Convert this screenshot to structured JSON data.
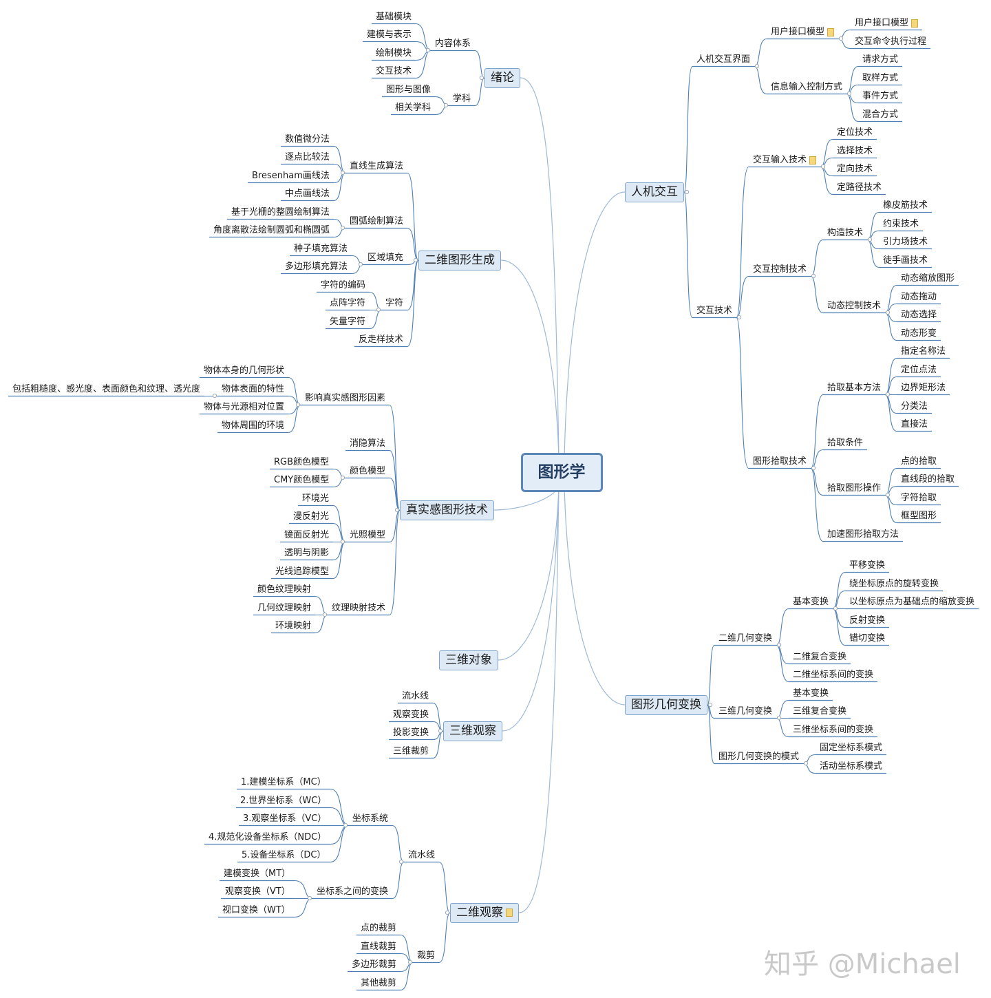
{
  "root": "图形学",
  "watermark": "知乎 @Michael",
  "colors": {
    "line": "#4e7fb5",
    "link": "#9fbad6",
    "main_fill": "#dde9f5"
  },
  "labels": {
    "xl": "绪论",
    "xl_nrtx": "内容体系",
    "xl_nrtx_1": "基础模块",
    "xl_nrtx_2": "建模与表示",
    "xl_nrtx_3": "绘制模块",
    "xl_nrtx_4": "交互技术",
    "xl_xk": "学科",
    "xl_xk_1": "图形与图像",
    "xl_xk_2": "相关学科",
    "ew": "二维图形生成",
    "ew_zx": "直线生成算法",
    "ew_zx_1": "数值微分法",
    "ew_zx_2": "逐点比较法",
    "ew_zx_3": "Bresenham画线法",
    "ew_zx_4": "中点画线法",
    "ew_yh": "圆弧绘制算法",
    "ew_yh_1": "基于光栅的整圆绘制算法",
    "ew_yh_2": "角度离散法绘制圆弧和椭圆弧",
    "ew_qy": "区域填充",
    "ew_qy_1": "种子填充算法",
    "ew_qy_2": "多边形填充算法",
    "ew_zf": "字符",
    "ew_zf_1": "字符的编码",
    "ew_zf_2": "点阵字符",
    "ew_zf_3": "矢量字符",
    "ew_fzy": "反走样技术",
    "zs": "真实感图形技术",
    "zs_yx": "影响真实感图形因素",
    "zs_yx_1": "物体本身的几何形状",
    "zs_yx_2": "物体表面的特性",
    "zs_yx_2a": "包括粗糙度、感光度、表面颜色和纹理、透光度",
    "zs_yx_3": "物体与光源相对位置",
    "zs_yx_4": "物体周围的环境",
    "zs_xy": "消隐算法",
    "zs_ys": "颜色模型",
    "zs_ys_1": "RGB颜色模型",
    "zs_ys_2": "CMY颜色模型",
    "zs_gz": "光照模型",
    "zs_gz_1": "环境光",
    "zs_gz_2": "漫反射光",
    "zs_gz_3": "镜面反射光",
    "zs_gz_4": "透明与阴影",
    "zs_gz_5": "光线追踪模型",
    "zs_wl": "纹理映射技术",
    "zs_wl_1": "颜色纹理映射",
    "zs_wl_2": "几何纹理映射",
    "zs_wl_3": "环境映射",
    "swdx": "三维对象",
    "swgc": "三维观察",
    "swgc_1": "流水线",
    "swgc_2": "观察变换",
    "swgc_3": "投影变换",
    "swgc_4": "三维裁剪",
    "ewgc": "二维观察",
    "ewgc_ls": "流水线",
    "ewgc_zb": "坐标系统",
    "ewgc_zb_1": "1.建模坐标系（MC）",
    "ewgc_zb_2": "2.世界坐标系（WC）",
    "ewgc_zb_3": "3.观察坐标系（VC）",
    "ewgc_zb_4": "4.规范化设备坐标系（NDC）",
    "ewgc_zb_5": "5.设备坐标系（DC）",
    "ewgc_bh": "坐标系之间的变换",
    "ewgc_bh_1": "建模变换（MT）",
    "ewgc_bh_2": "观察变换（VT）",
    "ewgc_bh_3": "视口变换（WT）",
    "ewgc_cj": "裁剪",
    "ewgc_cj_1": "点的裁剪",
    "ewgc_cj_2": "直线裁剪",
    "ewgc_cj_3": "多边形裁剪",
    "ewgc_cj_4": "其他裁剪",
    "rj": "人机交互",
    "rj_jm": "人机交互界面",
    "rj_jm_yh": "用户接口模型",
    "rj_jm_yh_1": "用户接口模型",
    "rj_jm_yh_2": "交互命令执行过程",
    "rj_jm_xx": "信息输入控制方式",
    "rj_jm_xx_1": "请求方式",
    "rj_jm_xx_2": "取样方式",
    "rj_jm_xx_3": "事件方式",
    "rj_jm_xx_4": "混合方式",
    "rj_js": "交互技术",
    "rj_js_sr": "交互输入技术",
    "rj_js_sr_1": "定位技术",
    "rj_js_sr_2": "选择技术",
    "rj_js_sr_3": "定向技术",
    "rj_js_sr_4": "定路径技术",
    "rj_js_kz": "交互控制技术",
    "rj_js_kz_gz": "构造技术",
    "rj_js_kz_gz_1": "橡皮筋技术",
    "rj_js_kz_gz_2": "约束技术",
    "rj_js_kz_gz_3": "引力场技术",
    "rj_js_kz_gz_4": "徒手画技术",
    "rj_js_kz_dt": "动态控制技术",
    "rj_js_kz_dt_1": "动态缩放图形",
    "rj_js_kz_dt_2": "动态拖动",
    "rj_js_kz_dt_3": "动态选择",
    "rj_js_kz_dt_4": "动态形变",
    "rj_js_sq": "图形拾取技术",
    "rj_js_sq_jb": "拾取基本方法",
    "rj_js_sq_jb_1": "指定名称法",
    "rj_js_sq_jb_2": "定位点法",
    "rj_js_sq_jb_3": "边界矩形法",
    "rj_js_sq_jb_4": "分类法",
    "rj_js_sq_jb_5": "直接法",
    "rj_js_sq_tj": "拾取条件",
    "rj_js_sq_cz": "拾取图形操作",
    "rj_js_sq_cz_1": "点的拾取",
    "rj_js_sq_cz_2": "直线段的拾取",
    "rj_js_sq_cz_3": "字符拾取",
    "rj_js_sq_cz_4": "框型图形",
    "rj_js_sq_js": "加速图形拾取方法",
    "jh": "图形几何变换",
    "jh_ew": "二维几何变换",
    "jh_ew_jb": "基本变换",
    "jh_ew_jb_1": "平移变换",
    "jh_ew_jb_2": "绕坐标原点的旋转变换",
    "jh_ew_jb_3": "以坐标原点为基础点的缩放变换",
    "jh_ew_jb_4": "反射变换",
    "jh_ew_jb_5": "错切变换",
    "jh_ew_fh": "二维复合变换",
    "jh_ew_zb": "二维坐标系间的变换",
    "jh_sw": "三维几何变换",
    "jh_sw_1": "基本变换",
    "jh_sw_2": "三维复合变换",
    "jh_sw_3": "三维坐标系间的变换",
    "jh_ms": "图形几何变换的模式",
    "jh_ms_1": "固定坐标系模式",
    "jh_ms_2": "活动坐标系模式"
  }
}
